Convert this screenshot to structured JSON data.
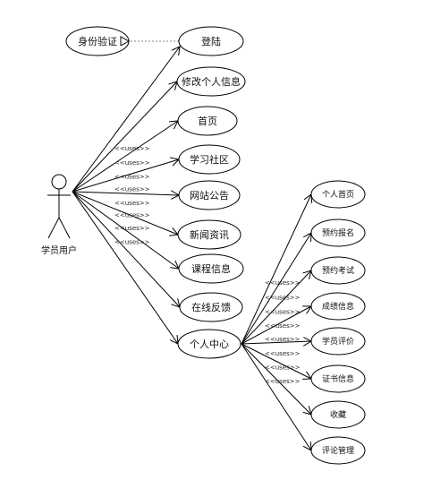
{
  "actor": {
    "label": "学员用户"
  },
  "stereotype": "<<uses>>",
  "auth_case": {
    "label": "身份验证"
  },
  "login_case": {
    "label": "登陆"
  },
  "main_cases": [
    {
      "label": "修改个人信息"
    },
    {
      "label": "首页"
    },
    {
      "label": "学习社区"
    },
    {
      "label": "网站公告"
    },
    {
      "label": "新闻资讯"
    },
    {
      "label": "课程信息"
    },
    {
      "label": "在线反馈"
    },
    {
      "label": "个人中心"
    }
  ],
  "sub_cases": [
    {
      "label": "个人首页"
    },
    {
      "label": "预约报名"
    },
    {
      "label": "预约考试"
    },
    {
      "label": "成绩信息"
    },
    {
      "label": "学员评价"
    },
    {
      "label": "证书信息"
    },
    {
      "label": "收藏"
    },
    {
      "label": "评论管理"
    }
  ]
}
